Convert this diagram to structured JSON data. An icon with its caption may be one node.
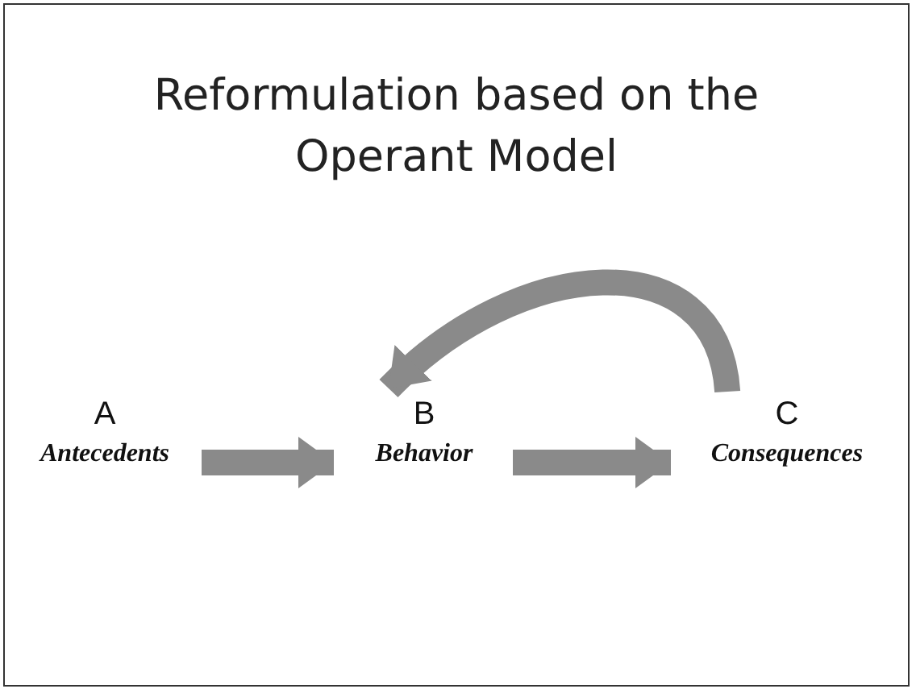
{
  "diagram": {
    "title": "Reformulation based on the Operant Model",
    "nodes": [
      {
        "text": [
          "A",
          "Antecedents"
        ]
      },
      {
        "text": [
          "B",
          "Behavior"
        ]
      },
      {
        "text": [
          "C",
          "Consequences"
        ]
      }
    ],
    "edges": [
      {
        "from": 0,
        "to": 1,
        "arrow": "to"
      },
      {
        "from": 1,
        "to": 2,
        "arrow": "to"
      },
      {
        "from": 2,
        "to": 1,
        "arrow": "to"
      }
    ]
  }
}
